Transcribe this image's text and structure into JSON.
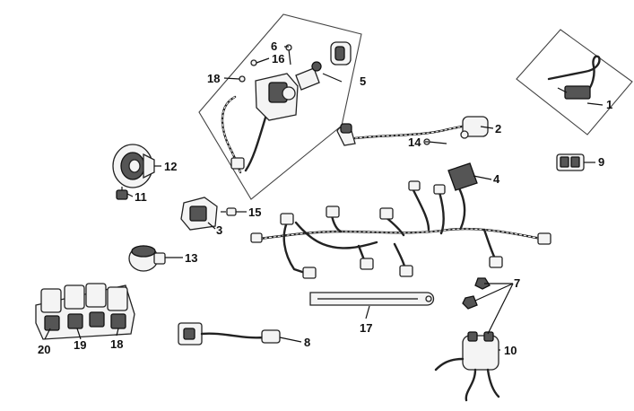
{
  "labels": {
    "p1": "1",
    "p2": "2",
    "p3": "3",
    "p4": "4",
    "p5": "5",
    "p6": "6",
    "p7": "7",
    "p8": "8",
    "p9": "9",
    "p10": "10",
    "p11": "11",
    "p12": "12",
    "p13": "13",
    "p14": "14",
    "p15": "15",
    "p16": "16",
    "p17": "17",
    "p18a": "18",
    "p18b": "18",
    "p19": "19",
    "p20": "20"
  }
}
